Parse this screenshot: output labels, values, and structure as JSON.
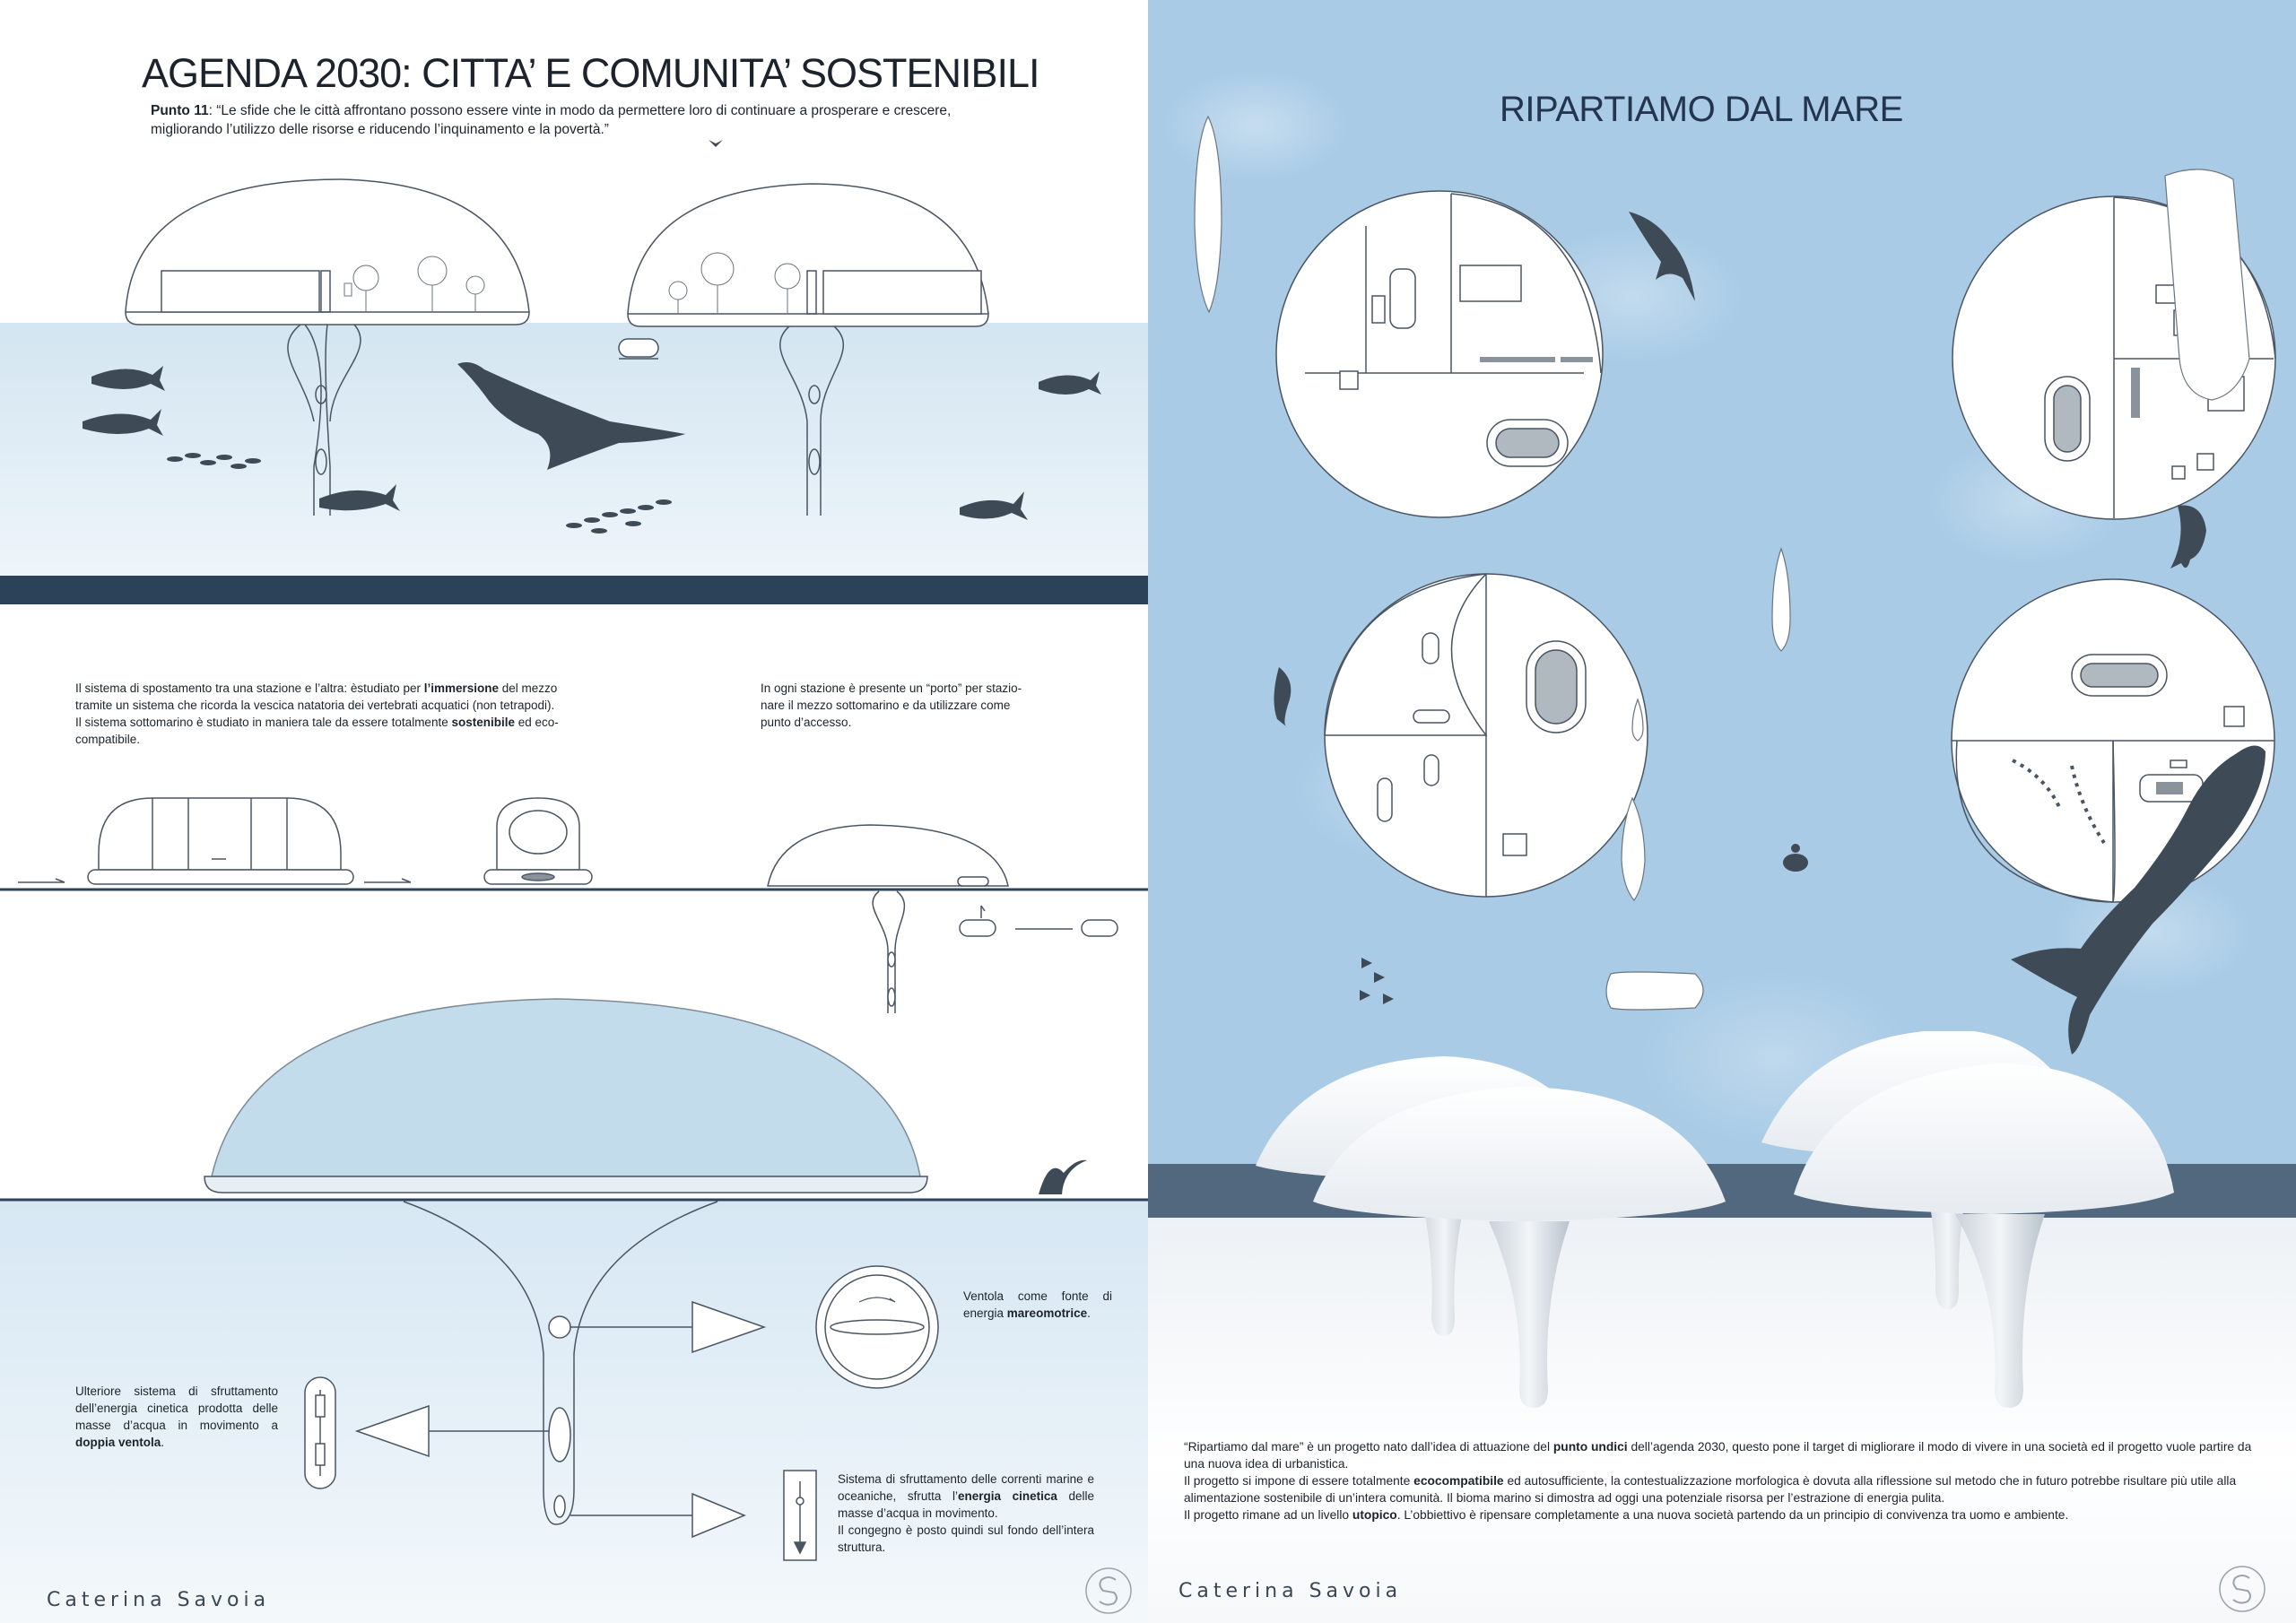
{
  "colors": {
    "navy": "#2b4258",
    "sea_light": "#d3e5f1",
    "ocean": "#a9cbe6",
    "dome_fill": "#c3dcec",
    "creature": "#3f4a57",
    "line": "#4a5563"
  },
  "left": {
    "title": "AGENDA 2030:  CITTA’  E COMUNITA’ SOSTENIBILI",
    "subtitle_label": "Punto 11",
    "subtitle_text": ": “Le sfide che le città affrontano possono essere vinte in modo da permettere loro di continuare a prosperare e crescere, migliorando l’utilizzo delle risorse e riducendo l’inquinamento e la povertà.”",
    "transport_note": {
      "part1": "Il sistema di spostamento tra una stazione e l’altra: èstudiato per ",
      "bold1": "l’immersione",
      "part2": " del mezzo tramite un sistema che ricorda la vescica natatoria dei vertebrati acquatici (non tetrapodi).",
      "part3": "Il sistema sottomarino è studiato in maniera tale da essere totalmente ",
      "bold2": "sostenibile",
      "part4": " ed eco-compatibile."
    },
    "port_note": "In ogni stazione è presente un “porto” per stazio- nare il mezzo sottomarino e da utilizzare come punto d’accesso.",
    "fan_note": {
      "part1": "Ventola come fonte di energia ",
      "bold1": "mareomotrice",
      "part2": "."
    },
    "double_fan_note": {
      "part1": "Ulteriore sistema di sfruttamento dell’energia cinetica prodotta delle masse d’acqua in movimento a ",
      "bold1": "doppia ventola",
      "part2": "."
    },
    "currents_note": {
      "part1": "Sistema di sfruttamento delle correnti marine e oceaniche, sfrutta l’",
      "bold1": "energia cinetica",
      "part2": " delle masse d’acqua in movimento.",
      "part3": "Il congegno è posto quindi sul fondo dell’intera struttura."
    },
    "author": "Caterina Savoia"
  },
  "right": {
    "title": "RIPARTIAMO DAL MARE",
    "description": {
      "p1a": "“Ripartiamo dal mare” è un progetto nato dall’idea di attuazione del ",
      "p1b": "punto undici",
      "p1c": " dell’agenda 2030, questo pone il target di migliorare il modo di vivere in una società ed il  progetto vuole partire da una nuova idea di urbanistica.",
      "p2a": "Il progetto si impone di essere totalmente ",
      "p2b": "ecocompatibile",
      "p2c": " ed autosufficiente, la contestualizzazione morfologica è dovuta alla riflessione sul metodo che in futuro potrebbe risultare più utile alla alimentazione sostenibile di un’intera comunità. Il bioma marino si dimostra ad oggi una potenziale risorsa per l’estrazione di energia pulita.",
      "p3a": "Il progetto rimane ad un livello ",
      "p3b": "utopico",
      "p3c": ". L’obbiettivo è ripensare completamente a una nuova società partendo da un principio di convivenza tra uomo e ambiente."
    },
    "author": "Caterina Savoia"
  },
  "icons": {
    "logo": "cs-monogram-icon",
    "shark": "shark-icon",
    "whale": "whale-icon",
    "fish_school": "fish-school-icon",
    "boat": "boat-icon",
    "submarine": "submarine-pod-icon"
  }
}
